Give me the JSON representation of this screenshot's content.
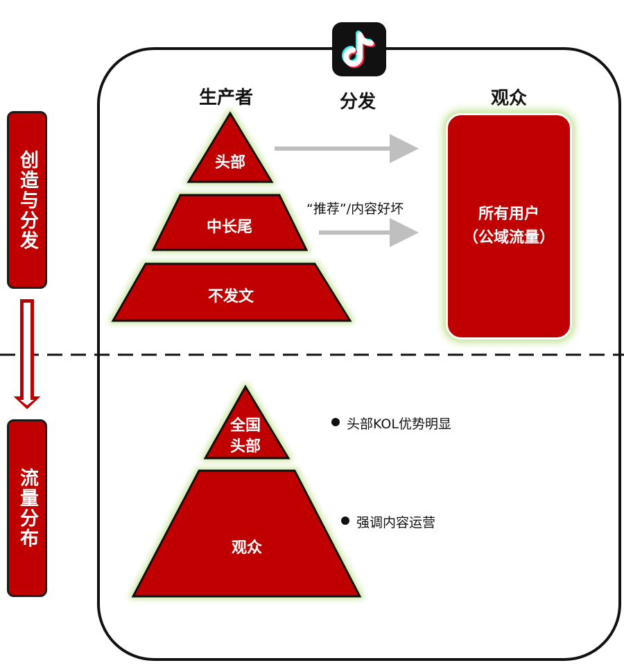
{
  "logo": {
    "icon": "tiktok-icon"
  },
  "headers": {
    "producer": "生产者",
    "distribution": "分发",
    "audience": "观众"
  },
  "side_labels": {
    "top": "创造与分发",
    "bottom": "流量分布"
  },
  "top_pyramid": {
    "tier1": "头部",
    "tier2": "中长尾",
    "tier3": "不发文"
  },
  "distribution_note": "“推荐”/内容好坏",
  "audience_box": {
    "line1": "所有用户",
    "line2": "（公域流量）"
  },
  "bottom_pyramid": {
    "top_line1": "全国",
    "top_line2": "头部",
    "base": "观众"
  },
  "bullets": [
    "头部KOL优势明显",
    "强调内容运营"
  ],
  "colors": {
    "red": "#c00000",
    "glow": "#d4ecb2",
    "arrow_grey": "#bfbfbf"
  }
}
